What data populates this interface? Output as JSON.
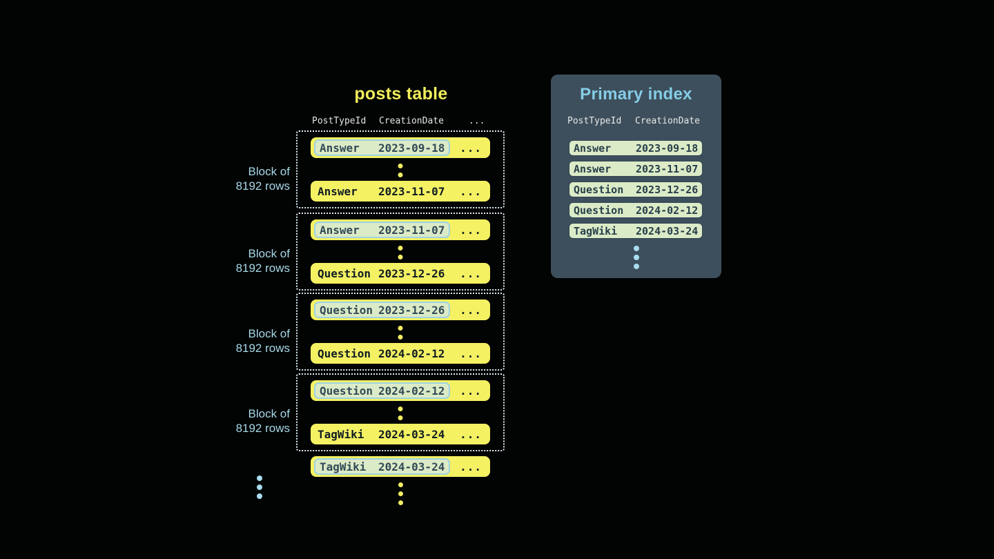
{
  "colors": {
    "background": "#000000",
    "row_yellow": "#f4f163",
    "highlight_green": "#dcebc7",
    "highlight_border_blue": "#9dd2e4",
    "index_row_border": "#324653",
    "panel_background": "#3d4f5c",
    "accent_blue_text": "#a6d8e8",
    "title_yellow": "#f1ee5c",
    "title_blue": "#85cce6",
    "header_text": "#e6e6e6",
    "dot_yellow": "#f2ef63",
    "dot_blue": "#a9ddf0"
  },
  "posts_table": {
    "title": "posts table",
    "headers": {
      "col1": "PostTypeId",
      "col2": "CreationDate",
      "col3": "..."
    },
    "block_label": {
      "line1": "Block of",
      "line2": "8192 rows"
    },
    "ellipsis": "...",
    "blocks": [
      {
        "first": {
          "type": "Answer",
          "date": "2023-09-18"
        },
        "last": {
          "type": "Answer",
          "date": "2023-11-07"
        }
      },
      {
        "first": {
          "type": "Answer",
          "date": "2023-11-07"
        },
        "last": {
          "type": "Question",
          "date": "2023-12-26"
        }
      },
      {
        "first": {
          "type": "Question",
          "date": "2023-12-26"
        },
        "last": {
          "type": "Question",
          "date": "2024-02-12"
        }
      },
      {
        "first": {
          "type": "Question",
          "date": "2024-02-12"
        },
        "last": {
          "type": "TagWiki",
          "date": "2024-03-24"
        }
      }
    ],
    "overflow_row": {
      "type": "TagWiki",
      "date": "2024-03-24"
    }
  },
  "primary_index": {
    "title": "Primary index",
    "headers": {
      "col1": "PostTypeId",
      "col2": "CreationDate"
    },
    "rows": [
      {
        "type": "Answer",
        "date": "2023-09-18"
      },
      {
        "type": "Answer",
        "date": "2023-11-07"
      },
      {
        "type": "Question",
        "date": "2023-12-26"
      },
      {
        "type": "Question",
        "date": "2024-02-12"
      },
      {
        "type": "TagWiki",
        "date": "2024-03-24"
      }
    ]
  }
}
